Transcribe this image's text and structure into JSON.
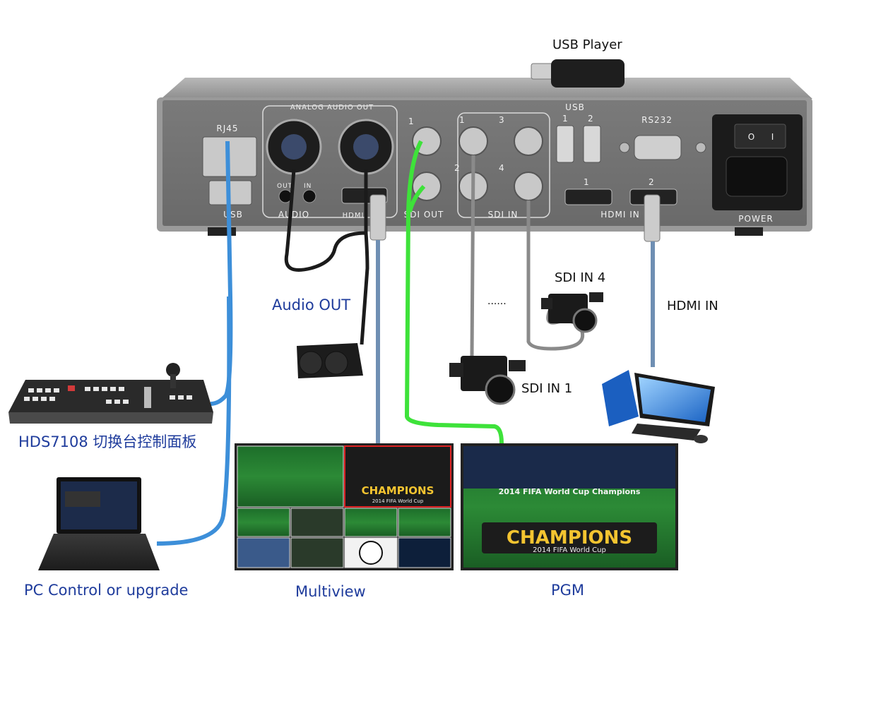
{
  "labels": {
    "usb_player": "USB Player",
    "audio_out": "Audio OUT",
    "sdi_in_4": "SDI IN 4",
    "sdi_in_1": "SDI IN 1",
    "hdmi_in": "HDMI IN",
    "dots": "......",
    "control_panel": "HDS7108 切换台控制面板",
    "pc_control": "PC Control or upgrade",
    "multiview": "Multiview",
    "pgm": "PGM"
  },
  "panel": {
    "rj45": "RJ45",
    "usb_lan": "USB",
    "analog_audio_out": "ANALOG AUDIO OUT",
    "out": "OUT",
    "in": "IN",
    "audio": "AUDIO",
    "hdmi_out": "HDMI",
    "sdi_out": "SDI OUT",
    "sdi_in": "SDI IN",
    "usb_group": "USB",
    "hdmi_in": "HDMI IN",
    "rs232": "RS232",
    "power": "POWER",
    "num_1": "1",
    "num_2": "2",
    "num_3": "3",
    "num_4": "4",
    "switch_on": "I",
    "switch_off": "O"
  },
  "screens": {
    "champions": "CHAMPIONS",
    "subtitle": "2014 FIFA World Cup",
    "pgm_arc": "2014 FIFA World Cup Champions"
  },
  "colors": {
    "chassis": "#8d8d8d",
    "panel": "#6e6e6e",
    "lan_cable": "#3d8fd9",
    "sdi_out_cable": "#3ee23a",
    "sdi_in_cable": "#8a8a8a",
    "hdmi_cable": "#6f8fb3",
    "label_blue": "#1f3c9c"
  }
}
